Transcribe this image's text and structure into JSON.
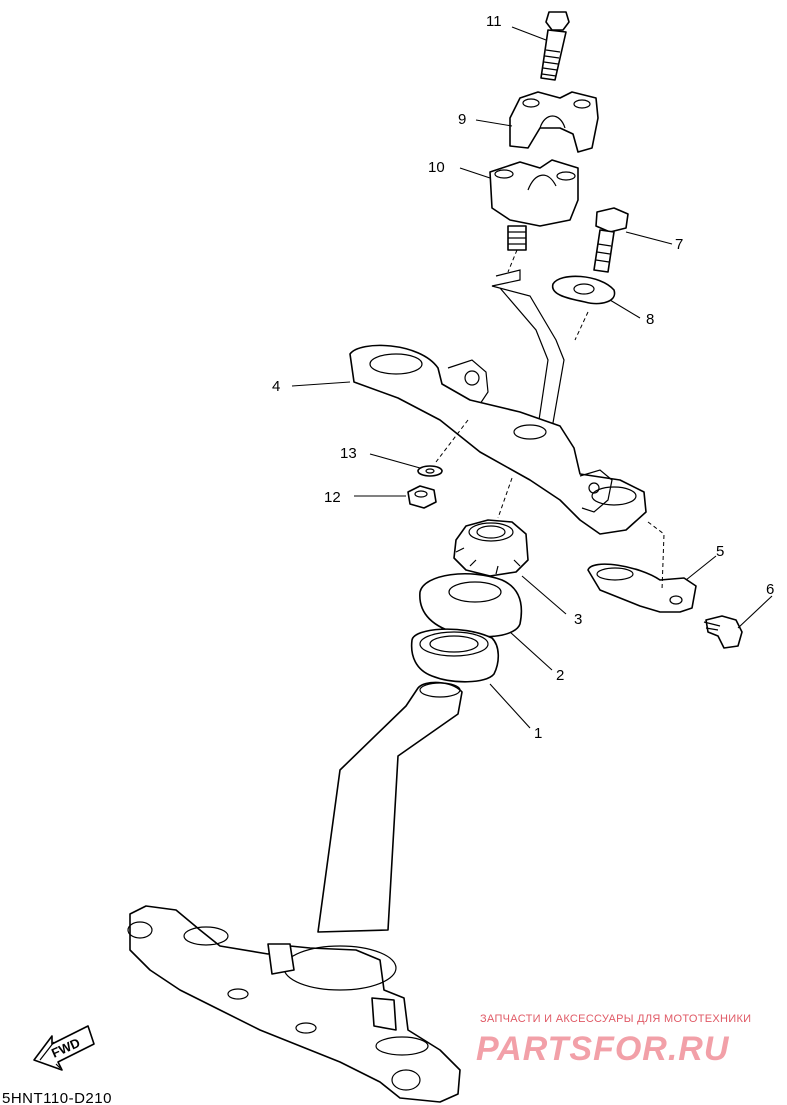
{
  "callouts": {
    "c1": "1",
    "c2": "2",
    "c3": "3",
    "c4": "4",
    "c5": "5",
    "c6": "6",
    "c7": "7",
    "c8": "8",
    "c9": "9",
    "c10": "10",
    "c11": "11",
    "c12": "12",
    "c13": "13"
  },
  "diagram_code": "5HNT110-D210",
  "fwd_label": "FWD",
  "watermark": {
    "tagline": "ЗАПЧАСТИ И АКСЕССУАРЫ ДЛЯ МОТОТЕХНИКИ",
    "brand": "PARTSFOR.RU"
  }
}
